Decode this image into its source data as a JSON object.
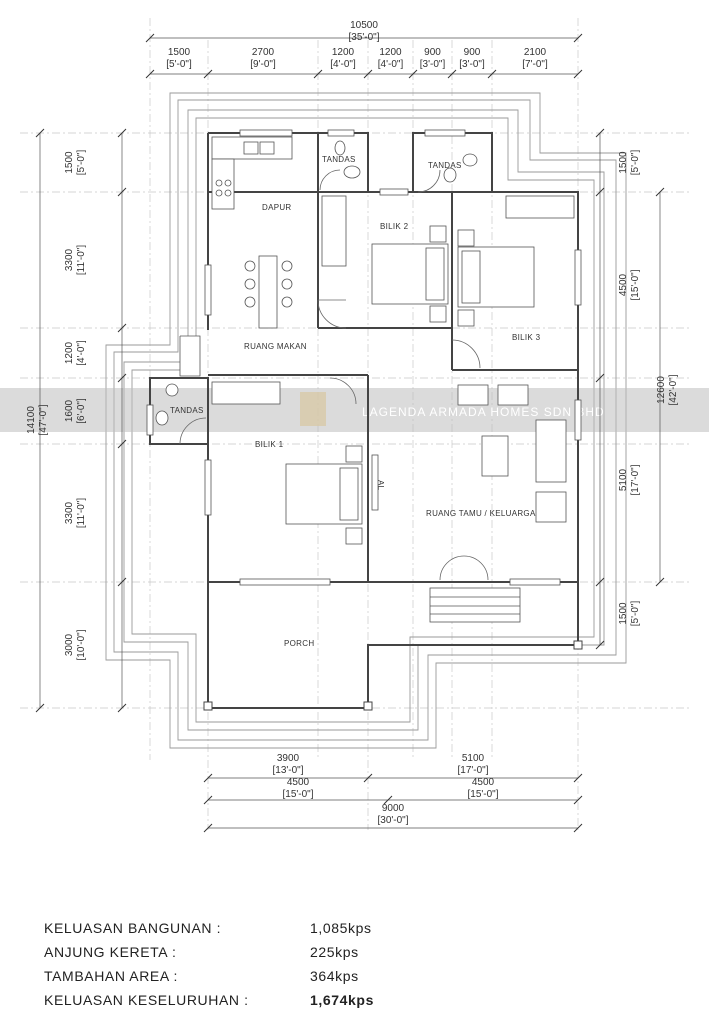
{
  "plan": {
    "top_dims": {
      "total": "10500",
      "total_imp": "[35'-0\"]",
      "segments": [
        {
          "mm": "1500",
          "imp": "[5'-0\"]"
        },
        {
          "mm": "2700",
          "imp": "[9'-0\"]"
        },
        {
          "mm": "1200",
          "imp": "[4'-0\"]"
        },
        {
          "mm": "1200",
          "imp": "[4'-0\"]"
        },
        {
          "mm": "900",
          "imp": "[3'-0\"]"
        },
        {
          "mm": "900",
          "imp": "[3'-0\"]"
        },
        {
          "mm": "2100",
          "imp": "[7'-0\"]"
        }
      ]
    },
    "left_dims": {
      "total": "14100",
      "total_imp": "[47'-0\"]",
      "segments": [
        {
          "mm": "1500",
          "imp": "[5'-0\"]"
        },
        {
          "mm": "3300",
          "imp": "[11'-0\"]"
        },
        {
          "mm": "1200",
          "imp": "[4'-0\"]"
        },
        {
          "mm": "1600",
          "imp": "[6'-0\"]"
        },
        {
          "mm": "3300",
          "imp": "[11'-0\"]"
        },
        {
          "mm": "3000",
          "imp": "[10'-0\"]"
        }
      ]
    },
    "right_dims": {
      "total": "12600",
      "total_imp": "[42'-0\"]",
      "segments": [
        {
          "mm": "1500",
          "imp": "[5'-0\"]"
        },
        {
          "mm": "4500",
          "imp": "[15'-0\"]"
        },
        {
          "mm": "5100",
          "imp": "[17'-0\"]"
        },
        {
          "mm": "1500",
          "imp": "[5'-0\"]"
        }
      ]
    },
    "bottom_dims": {
      "row1": [
        {
          "mm": "3900",
          "imp": "[13'-0\"]"
        },
        {
          "mm": "5100",
          "imp": "[17'-0\"]"
        }
      ],
      "row2": [
        {
          "mm": "4500",
          "imp": "[15'-0\"]"
        },
        {
          "mm": "4500",
          "imp": "[15'-0\"]"
        }
      ],
      "total": "9000",
      "total_imp": "[30'-0\"]"
    },
    "rooms": {
      "tandas_1": "TANDAS",
      "tandas_2": "TANDAS",
      "tandas_3": "TANDAS",
      "dapur": "DAPUR",
      "bilik_2": "BILIK 2",
      "bilik_3": "BILIK 3",
      "ruang_makan": "RUANG MAKAN",
      "bilik_1": "BILIK 1",
      "ruang_tamu": "RUANG TAMU / KELUARGA",
      "porch": "PORCH",
      "al": "AL"
    },
    "watermark": "LAGENDA ARMADA HOMES SDN BHD"
  },
  "summary": [
    {
      "label": "KELUASAN BANGUNAN :",
      "value": "1,085kps",
      "bold": false
    },
    {
      "label": "ANJUNG KERETA :",
      "value": "225kps",
      "bold": false
    },
    {
      "label": "TAMBAHAN AREA :",
      "value": "364kps",
      "bold": false
    },
    {
      "label": "KELUASAN KESELURUHAN :",
      "value": "1,674kps",
      "bold": true
    }
  ]
}
